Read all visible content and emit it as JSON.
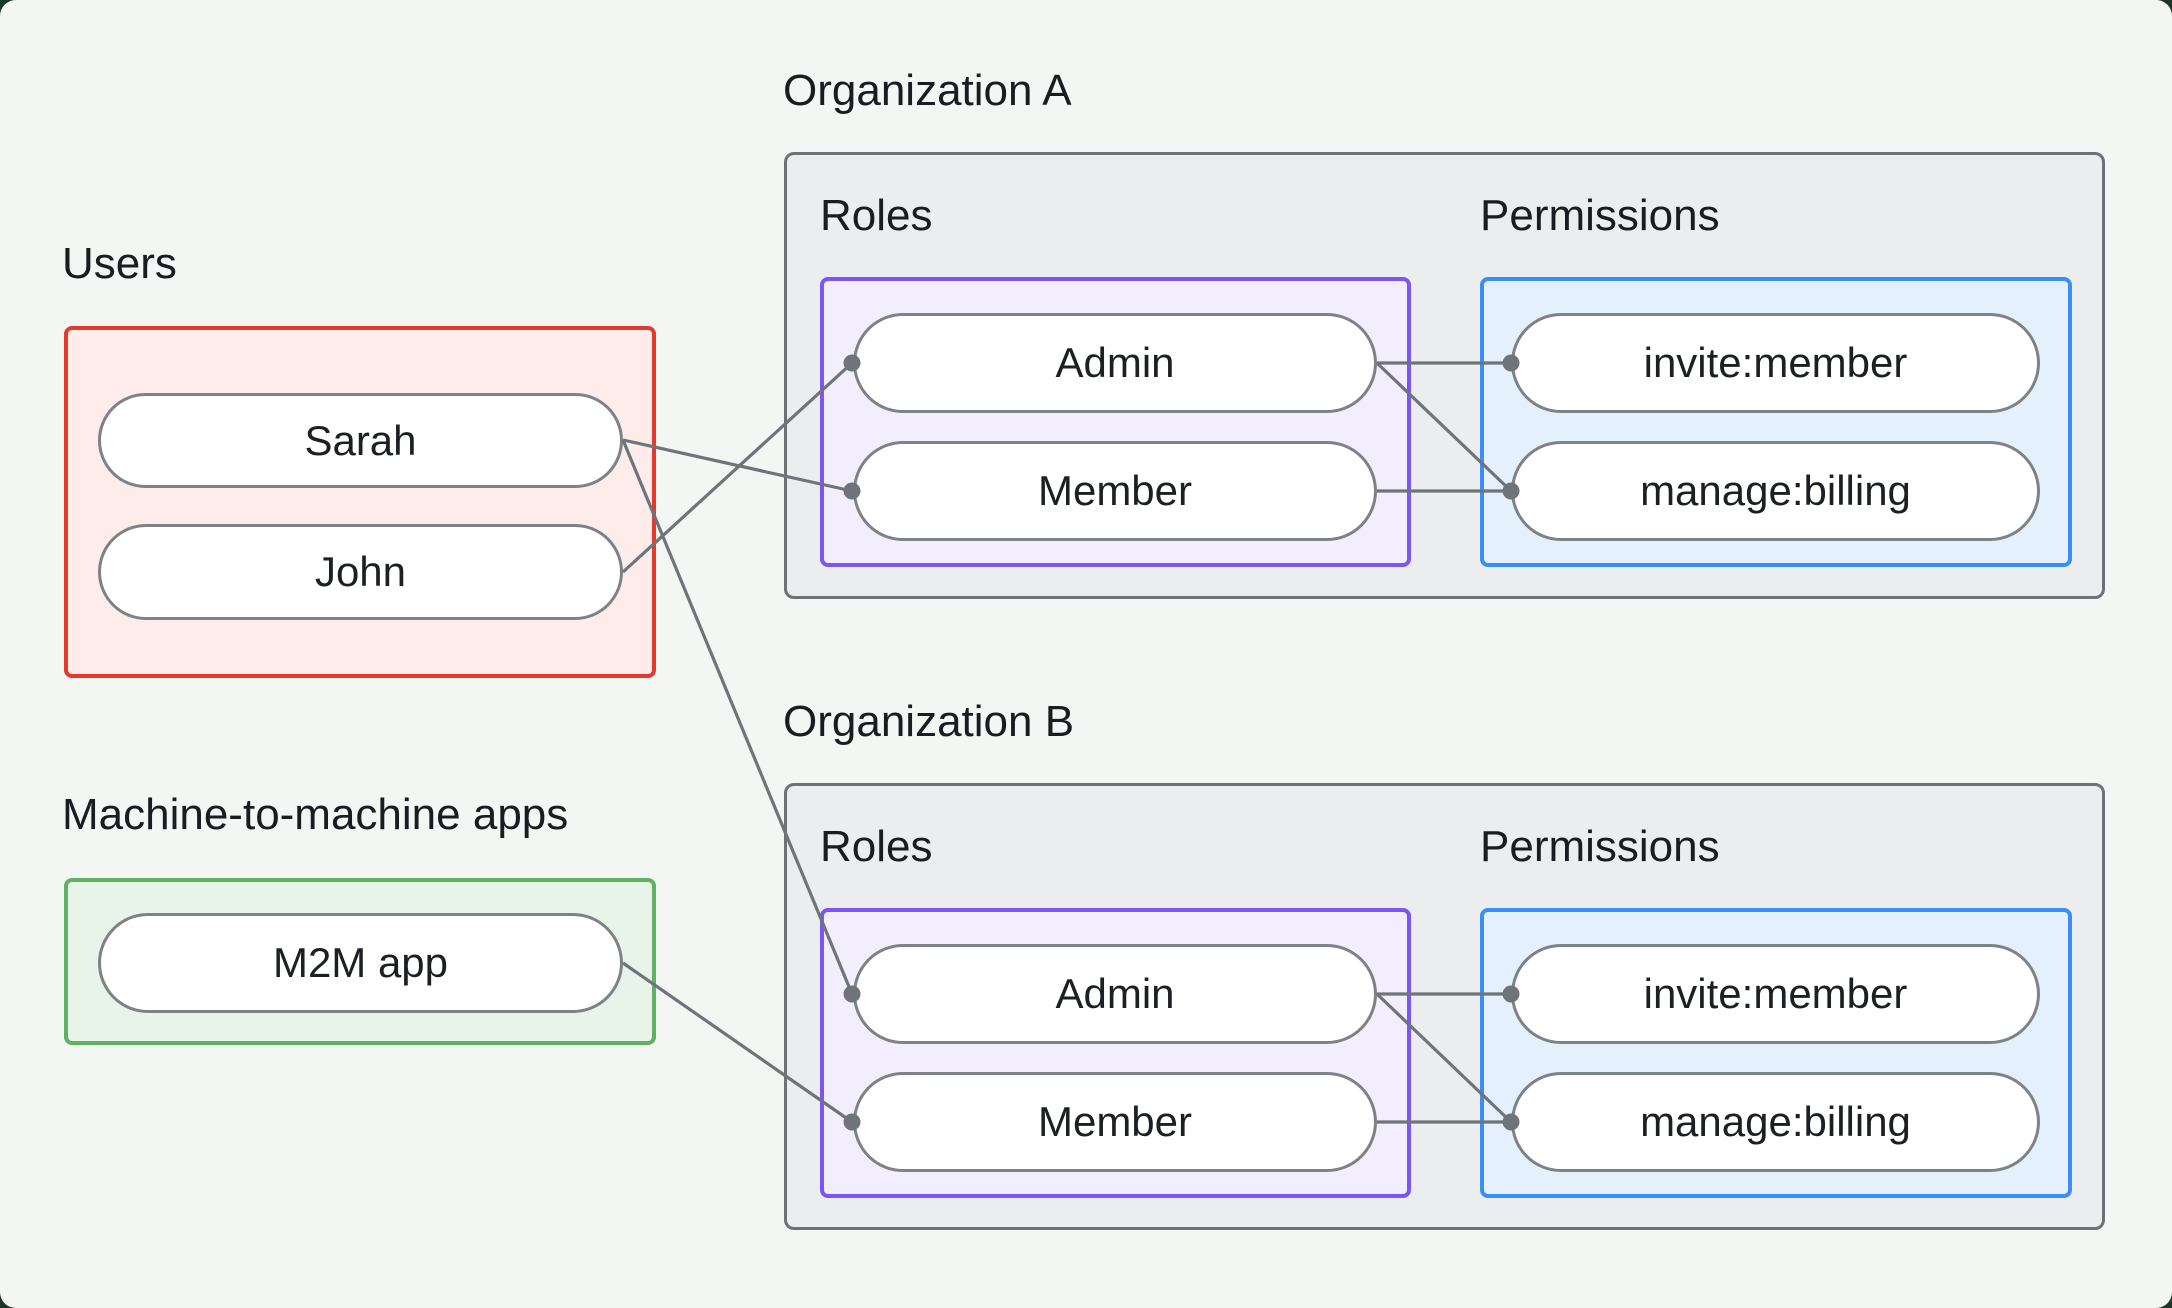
{
  "diagram": {
    "users": {
      "label": "Users",
      "items": [
        "Sarah",
        "John"
      ]
    },
    "m2m": {
      "label": "Machine-to-machine apps",
      "items": [
        "M2M app"
      ]
    },
    "orgs": [
      {
        "title": "Organization A",
        "roles_label": "Roles",
        "permissions_label": "Permissions",
        "roles": [
          "Admin",
          "Member"
        ],
        "permissions": [
          "invite:member",
          "manage:billing"
        ]
      },
      {
        "title": "Organization B",
        "roles_label": "Roles",
        "permissions_label": "Permissions",
        "roles": [
          "Admin",
          "Member"
        ],
        "permissions": [
          "invite:member",
          "manage:billing"
        ]
      }
    ],
    "connections": [
      {
        "from": "John",
        "to": "Organization A / Admin"
      },
      {
        "from": "Sarah",
        "to": "Organization A / Member"
      },
      {
        "from": "Sarah",
        "to": "Organization B / Admin"
      },
      {
        "from": "M2M app",
        "to": "Organization B / Member"
      },
      {
        "from": "Organization A / Admin",
        "to": "Organization A / invite:member"
      },
      {
        "from": "Organization A / Admin",
        "to": "Organization A / manage:billing"
      },
      {
        "from": "Organization A / Member",
        "to": "Organization A / manage:billing"
      },
      {
        "from": "Organization B / Admin",
        "to": "Organization B / invite:member"
      },
      {
        "from": "Organization B / Admin",
        "to": "Organization B / manage:billing"
      },
      {
        "from": "Organization B / Member",
        "to": "Organization B / manage:billing"
      }
    ],
    "colors": {
      "page": "#17392a",
      "bg": "#f3f6f3",
      "text": "#191c20",
      "line": "#6f747a",
      "pill-border": "#7d8286",
      "org-fill": "#ebedee",
      "org-border": "#6d7276",
      "red-fill": "#fdecea",
      "red-border": "#e23b2e",
      "green-fill": "#e8f4e9",
      "green-border": "#60b164",
      "purple-fill": "#f3eefd",
      "purple-border": "#7c55f7",
      "blue-fill": "#e4f1fd",
      "blue-border": "#3b8ef6"
    }
  }
}
